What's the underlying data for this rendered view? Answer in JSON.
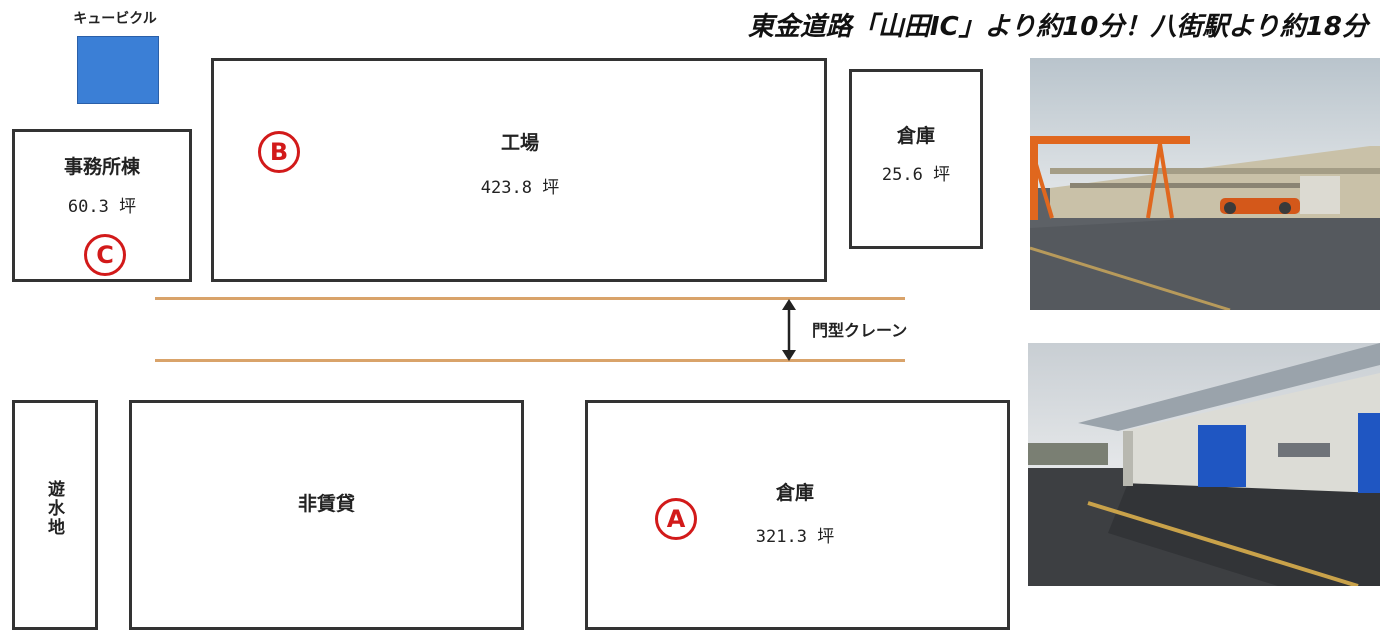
{
  "headline": "東金道路「山田IC」より約10分！八街駅より約18分",
  "cubicle": {
    "label": "キュービクル",
    "color": "#3b7fd6"
  },
  "office": {
    "name": "事務所棟",
    "area": "60.3 坪",
    "marker": "C"
  },
  "factory": {
    "name": "工場",
    "area": "423.8 坪",
    "marker": "B"
  },
  "small_warehouse": {
    "name": "倉庫",
    "area": "25.6 坪"
  },
  "crane": {
    "label": "門型クレーン"
  },
  "pond": {
    "label": "遊水地"
  },
  "non_rental": {
    "label": "非賃貸"
  },
  "warehouse_a": {
    "name": "倉庫",
    "area": "321.3 坪",
    "marker": "A"
  },
  "colors": {
    "marker": "#d21a1a",
    "rail": "#d9a36a",
    "outline": "#333333"
  },
  "photos": [
    "gantry-crane-yard-photo",
    "warehouse-loading-dock-photo"
  ]
}
